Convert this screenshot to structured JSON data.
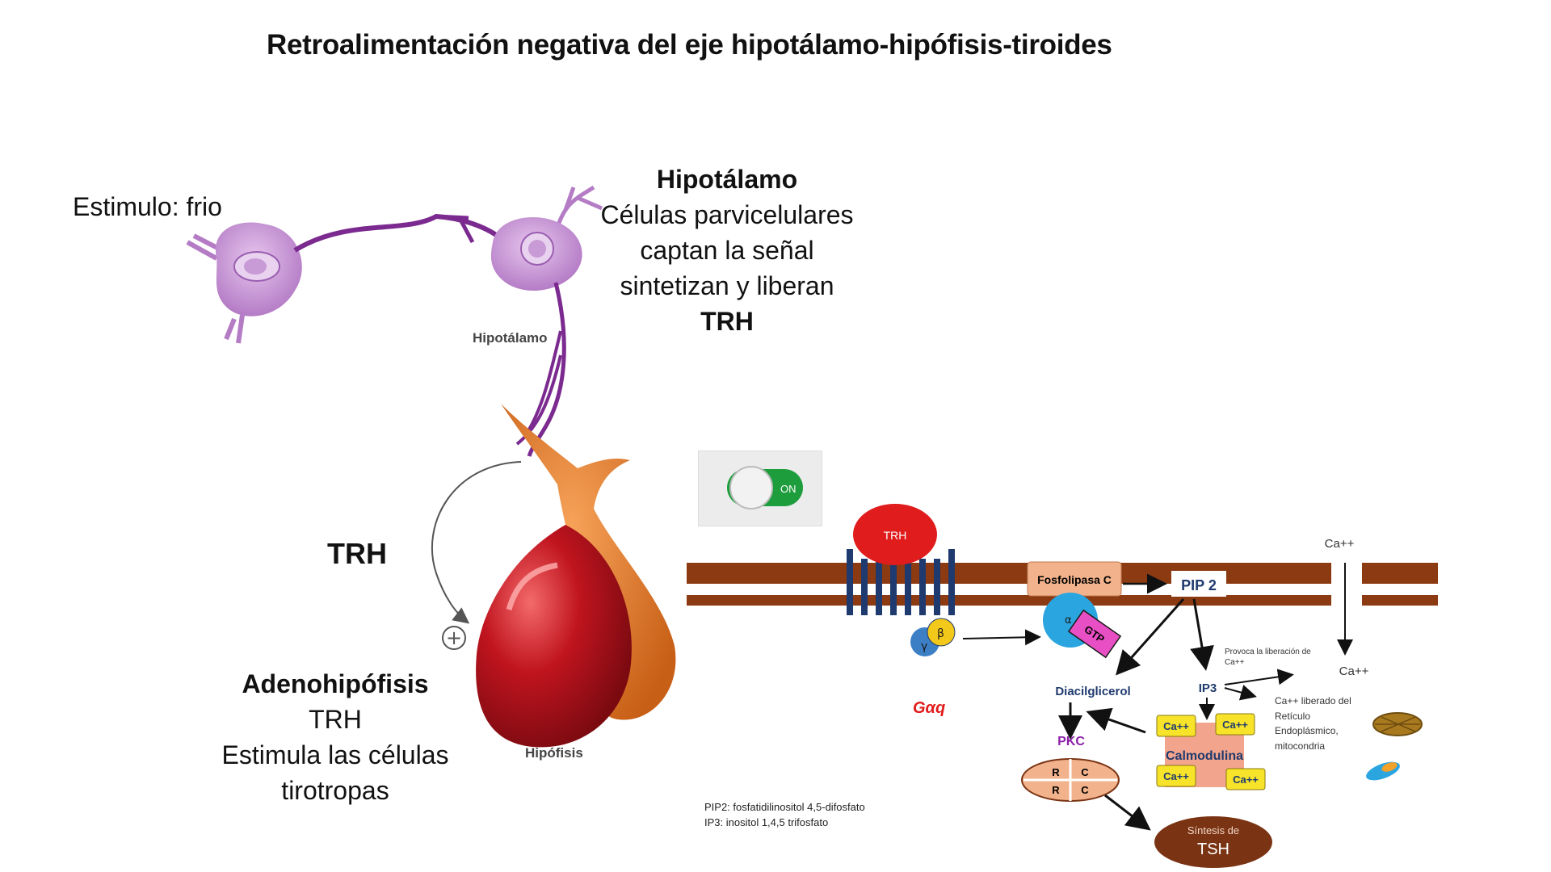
{
  "title": "Retroalimentación negativa del eje hipotálamo-hipófisis-tiroides",
  "stimulus": "Estimulo: frio",
  "hypothalamus": {
    "heading": "Hipotálamo",
    "line1": "Células parvicelulares",
    "line2": "captan la señal",
    "line3": "sintetizan y liberan",
    "hormone": "TRH",
    "figure_label": "Hipotálamo"
  },
  "trh_label": "TRH",
  "adenohypophysis": {
    "heading": "Adenohipófisis",
    "line1": "TRH",
    "line2": "Estimula las células",
    "line3": "tirotropas",
    "figure_label": "Hipófisis"
  },
  "plus_sign": "+",
  "toggle_label": "ON",
  "signaling": {
    "receptor_ligand": "TRH",
    "beta": "β",
    "gamma": "γ",
    "alpha": "α",
    "gtp": "GTP",
    "gaq": "Gαq",
    "phospholipase": "Fosfolipasa C",
    "pip2": "PIP 2",
    "ca_top": "Ca++",
    "ca_mid": "Ca++",
    "ip3": "IP3",
    "ip3_note_line1": "Provoca la liberación de",
    "ip3_note_line2": "Ca++",
    "ca_release_line1": "Ca++ liberado del",
    "ca_release_line2": "Retículo",
    "ca_release_line3": "Endoplásmico,",
    "ca_release_line4": "mitocondria",
    "dag": "Diacilglicerol",
    "pkc": "PKC",
    "pkc_r": "R",
    "pkc_c": "C",
    "calmodulin": "Calmodulina",
    "calmodulin_ca": "Ca++",
    "tsh_line1": "Síntesis de",
    "tsh_line2": "TSH"
  },
  "notes": {
    "pip2": "PIP2: fosfatidilinositol 4,5-difosfato",
    "ip3": "IP3: inositol 1,4,5 trifosfato"
  },
  "colors": {
    "neuron": "#c38fd0",
    "axon": "#7b2a8f",
    "pituitary_red": "#c0141f",
    "pituitary_orange": "#e07826",
    "membrane": "#8b3a12",
    "receptor": "#1f3a6e",
    "tsh": "#7a3414"
  }
}
